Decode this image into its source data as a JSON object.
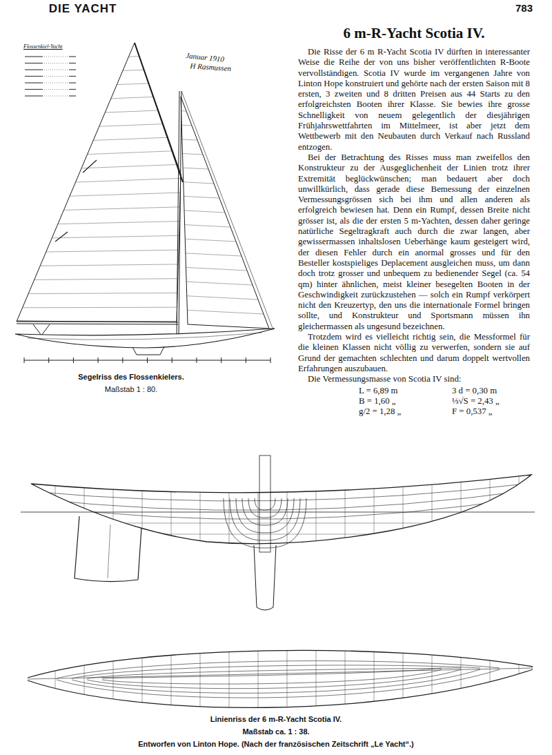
{
  "diagram": {
    "title": "6 m-R-Yacht Scotia IV.",
    "labels": [
      "DIE YACHT",
      "783",
      "Die Risse der 6 m R-Yacht Scotia IV dürften in interessanter Weise die Reihe der von uns bisher veröffentlichten R-Boote vervollständigen. Scotia IV wurde im vergangenen Jahre von Linton Hope konstruiert und gehörte nach der ersten Saison mit 8 ersten, 3 zweiten und 8 dritten Preisen aus 44 Starts zu den erfolgreichsten Booten ihrer Klasse. Sie bewies ihre grosse Schnelligkeit von neuem gelegentlich der diesjährigen Frühjahrswettfahrten im Mittelmeer, ist aber jetzt dem Wettbewerb mit den Neubauten durch Verkauf nach Russland entzogen.",
      "Bei der Betrachtung des Risses muss man zweifellos den Konstrukteur zu der Ausgeglichenheit der Linien trotz ihrer Extremität beglückwünschen; man bedauert aber doch unwillkürlich, dass gerade diese Bemessung der einzelnen Vermessungsgrössen sich bei ihm und allen anderen als erfolgreich bewiesen hat. Denn ein Rumpf, dessen Breite nicht grösser ist, als die der ersten 5 m-Yachten, dessen daher geringe natürliche Segeltragkraft auch durch die zwar langen, aber gewissermassen inhaltslosen Ueberhänge kaum gesteigert wird, der diesen Fehler durch ein anormal grosses und für den Besteller kostspieliges Deplacement ausgleichen muss, um dann doch trotz grosser und unbequem zu bedienender Segel (ca. 54 qm) hinter ähnlichen, meist kleiner besegelten Booten in der Geschwindigkeit zurückzustehen — solch ein Rumpf verkörpert nicht den Kreuzertyp, den uns die internationale Formel bringen sollte, und Konstrukteur und Sportsmann müssen ihn gleichermassen als ungesund bezeichnen.",
      "Trotzdem wird es vielleicht richtig sein, die Messformel für die kleinen Klassen nicht völlig zu verwerfen, sondern sie auf Grund der gemachten schlechten und darum doppelt wertvollen Erfahrungen auszubauen.",
      "Die Vermessungsmasse von Scotia IV sind:",
      "L = 6,89 m",
      "B = 1,60 „",
      "g/2 = 1,28 „",
      "3 d = 0,30 m",
      "⅓√S = 2,43 „",
      "F = 0,537 „",
      "Flossenkiel-Yacht",
      "Januar 1910",
      "H Rasmussen",
      "Segelriss des Flossenkielers.",
      "Maßstab 1 : 80.",
      "Linienriss der 6 m-R-Yacht Scotia IV.",
      "Maßstab ca. 1 : 38.",
      "Entworfen von Linton Hope. (Nach der französischen Zeitschrift „Le Yacht“.)"
    ]
  }
}
